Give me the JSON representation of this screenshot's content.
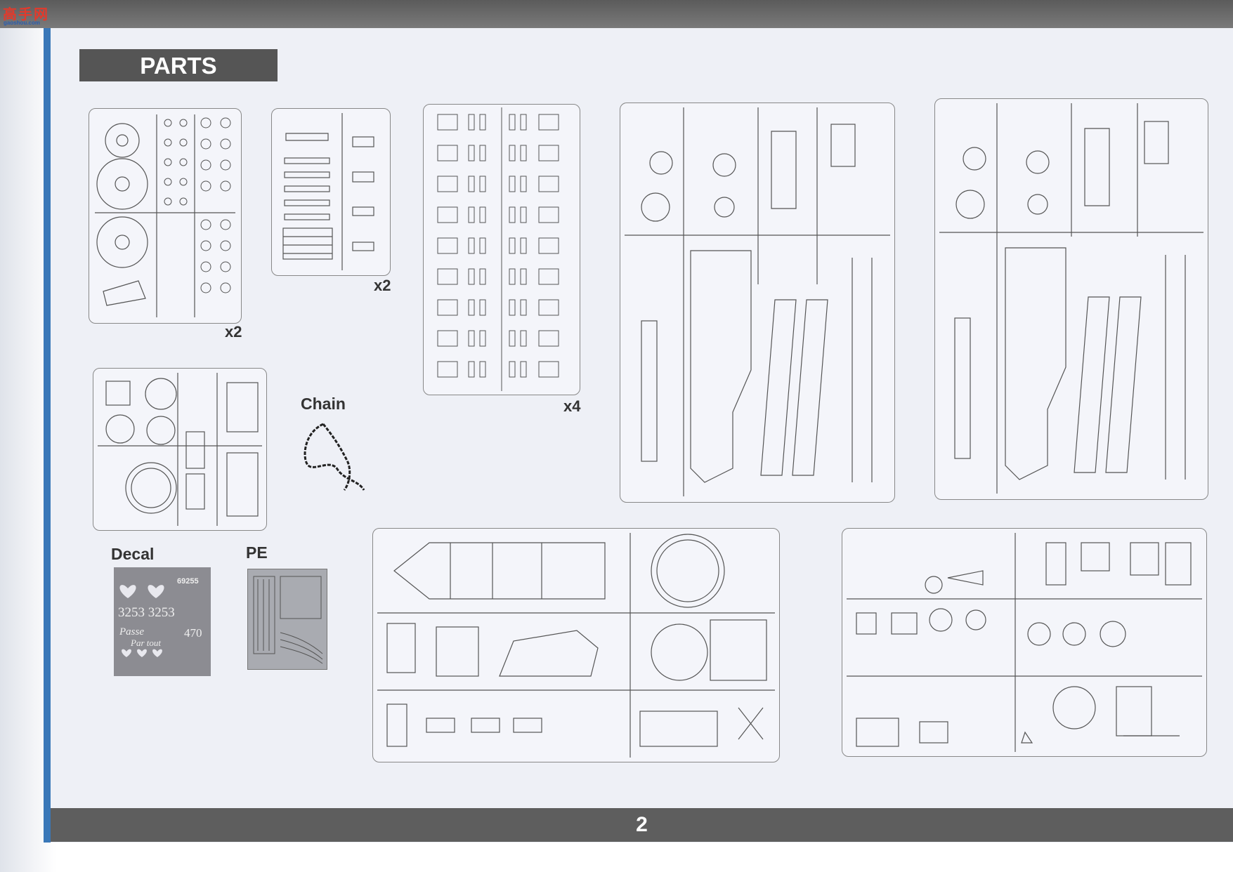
{
  "watermark": {
    "main": "高手网",
    "sub": "gaoshou.com"
  },
  "header": {
    "title": "PARTS"
  },
  "multipliers": {
    "sprue_a": "x2",
    "sprue_small": "x2",
    "sprue_b": "x4"
  },
  "sections": {
    "chain": "Chain",
    "decal": "Decal",
    "pe": "PE"
  },
  "decal": {
    "numbers_top": "69255",
    "numbers_mid": "3253 3253",
    "text_a": "Passe",
    "text_b": "Par tout",
    "num_side": "470"
  },
  "footer": {
    "page_number": "2"
  },
  "colors": {
    "header_bar": "#555555",
    "band": "#5e5e5e",
    "sheet": "#eef0f6",
    "spine": "#3a78b8",
    "line": "#555555"
  }
}
